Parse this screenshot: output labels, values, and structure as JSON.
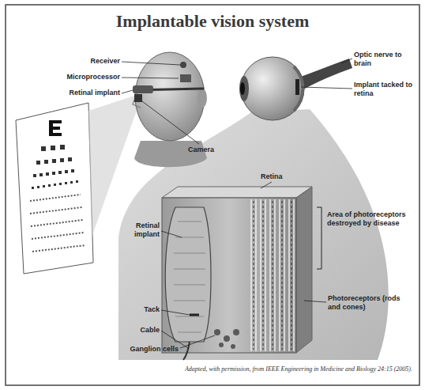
{
  "diagram": {
    "title": "Implantable vision system",
    "caption": "Adapted, with permission, from IEEE Engineering in Medicine and Biology 24:15 (2005).",
    "labels": [
      "Receiver",
      "Microprocessor",
      "Retinal implant",
      "Camera",
      "Optic nerve to brain",
      "Implant tacked to retina",
      "Retina",
      "Retinal implant",
      "Area of photoreceptors destroyed by disease",
      "Photoreceptors (rods and cones)",
      "Tack",
      "Cable",
      "Ganglion cells"
    ]
  }
}
